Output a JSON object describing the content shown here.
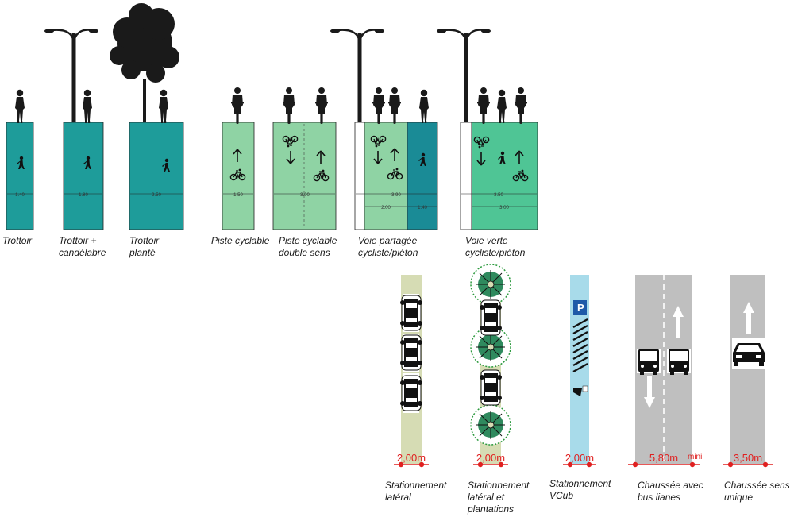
{
  "colors": {
    "teal": "#1e9c9a",
    "light_green": "#8fd3a4",
    "mid_green": "#4fc595",
    "dark_teal": "#1a8b96",
    "parking_beige": "#d6dcb4",
    "vcub_blue": "#a8dbea",
    "road_grey": "#bfbfbf",
    "dimension_red": "#e02020"
  },
  "profiles": [
    {
      "label_lines": [
        "Trottoir"
      ],
      "width": "1.40",
      "icons": [
        "pedestrian-icon"
      ]
    },
    {
      "label_lines": [
        "Trottoir +",
        "candélabre"
      ],
      "width": "1.80",
      "icons": [
        "street-lamp-icon",
        "pedestrian-icon"
      ]
    },
    {
      "label_lines": [
        "Trottoir",
        "planté"
      ],
      "width": "2.50",
      "icons": [
        "tree-icon",
        "pedestrian-icon"
      ]
    },
    {
      "label_lines": [
        "Piste cyclable"
      ],
      "width": "1.50",
      "icons": [
        "arrow-up-icon",
        "bicycle-icon"
      ]
    },
    {
      "label_lines": [
        "Piste cyclable",
        "double sens"
      ],
      "width": "3.00",
      "icons": [
        "bicycle-icon",
        "arrow-down-icon",
        "arrow-up-icon"
      ]
    },
    {
      "label_lines": [
        "Voie partagée",
        "cycliste/piéton"
      ],
      "width": "3.90",
      "sub_widths": [
        "2.00",
        "1.40"
      ],
      "icons": [
        "street-lamp-icon",
        "bicycle-icon",
        "pedestrian-icon"
      ]
    },
    {
      "label_lines": [
        "Voie verte",
        "cycliste/piéton"
      ],
      "width": "3.50",
      "sub_widths": [
        "3.00"
      ],
      "icons": [
        "street-lamp-icon",
        "bicycle-icon",
        "pedestrian-icon"
      ]
    }
  ],
  "plans": [
    {
      "label_lines": [
        "Stationnement",
        "latéral"
      ],
      "dimension": "2,00m",
      "icons": [
        "car-icon"
      ]
    },
    {
      "label_lines": [
        "Stationnement",
        "latéral et",
        "plantations"
      ],
      "dimension": "2,00m",
      "icons": [
        "car-icon",
        "tree-icon"
      ]
    },
    {
      "label_lines": [
        "Stationnement",
        "VCub"
      ],
      "dimension": "2,00m",
      "icons": [
        "parking-sign-icon",
        "bicycle-rack-icon"
      ],
      "sign_letter": "P"
    },
    {
      "label_lines": [
        "Chaussée avec",
        "bus lianes"
      ],
      "dimension": "5,80m",
      "dimension_note": "mini",
      "icons": [
        "bus-icon",
        "arrow-up-icon",
        "arrow-down-icon"
      ]
    },
    {
      "label_lines": [
        "Chaussée sens",
        "unique"
      ],
      "dimension": "3,50m",
      "icons": [
        "car-icon",
        "arrow-up-icon"
      ]
    }
  ]
}
